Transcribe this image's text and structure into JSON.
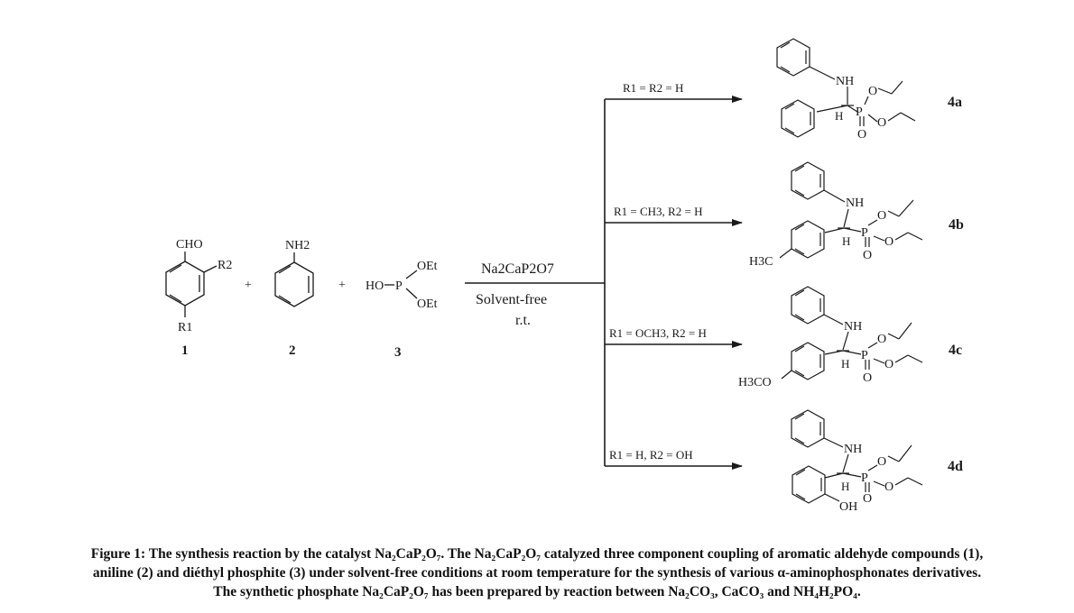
{
  "scheme": {
    "reactants": [
      {
        "number": "1",
        "substituents": {
          "cho": "CHO",
          "r2": "R2",
          "r1": "R1"
        }
      },
      {
        "number": "2",
        "substituents": {
          "nh2": "NH2"
        }
      },
      {
        "number": "3",
        "groups": {
          "ho": "HO",
          "p": "P",
          "oet_top": "OEt",
          "oet_bottom": "OEt"
        }
      }
    ],
    "plus_sign": "+",
    "conditions": {
      "catalyst": "Na2CaP2O7",
      "solvent": "Solvent-free",
      "temperature": "r.t."
    },
    "branches": [
      {
        "label": "R1 = R2 = H",
        "product": "4a"
      },
      {
        "label": "R1 = CH3, R2 = H",
        "product": "4b",
        "substituent": "H3C"
      },
      {
        "label": "R1 = OCH3, R2 = H",
        "product": "4c",
        "substituent": "H3CO"
      },
      {
        "label": "R1 = H, R2 = OH",
        "product": "4d",
        "substituent": "OH"
      }
    ],
    "atoms": {
      "nh": "NH",
      "h": "H",
      "p": "P",
      "o": "O"
    }
  },
  "caption": {
    "lines": [
      "Figure 1: The synthesis reaction by the catalyst Na₂CaP₂O₇. The Na₂CaP₂O₇ catalyzed three component coupling of aromatic aldehyde compounds (1),",
      "aniline (2) and diéthyl phosphite (3) under solvent-free conditions at room temperature for the synthesis of various α-aminophosphonates derivatives.",
      "The synthetic phosphate Na₂CaP₂O₇ has been prepared by reaction between Na₂CO₃, CaCO₃ and NH₄H₂PO₄."
    ]
  }
}
